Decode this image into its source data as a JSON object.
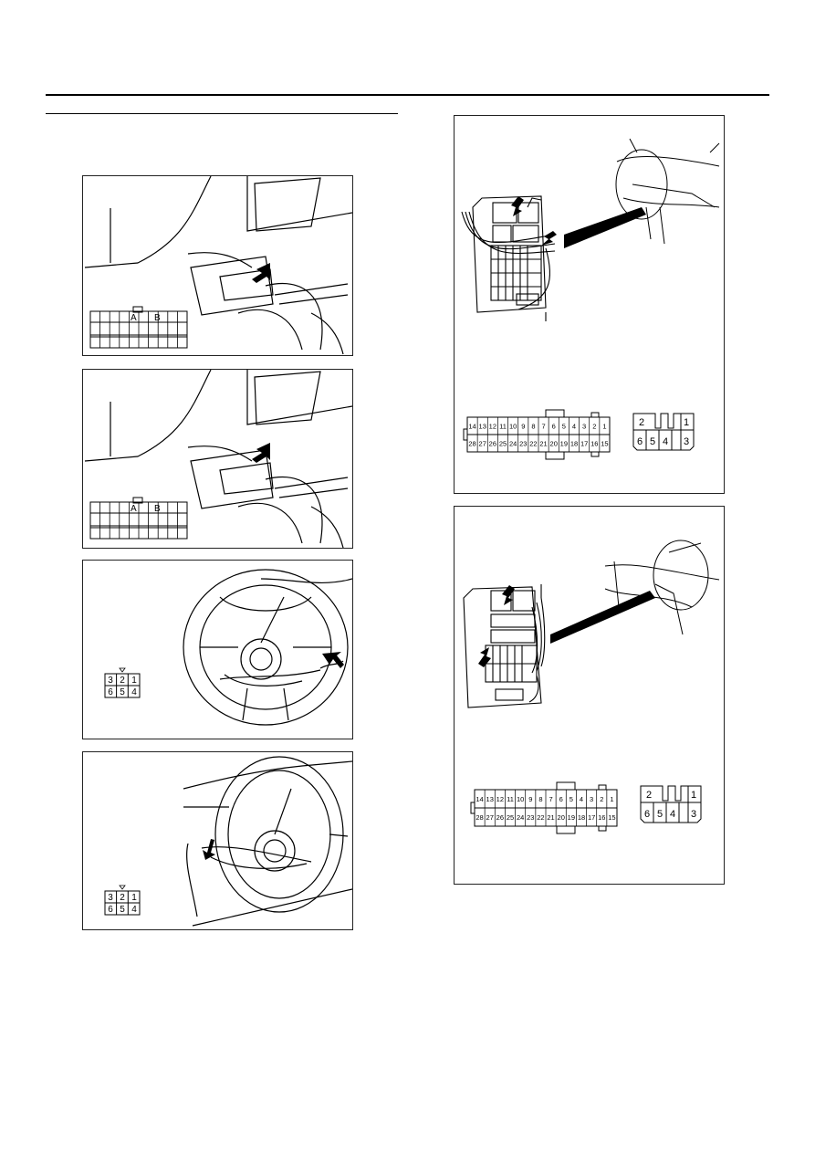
{
  "figures": {
    "fig1": {
      "connector_labels": [
        "A",
        "B"
      ]
    },
    "fig2": {
      "connector_labels": [
        "A",
        "B"
      ]
    },
    "fig3": {
      "pins_top": [
        "3",
        "2",
        "1"
      ],
      "pins_bottom": [
        "6",
        "5",
        "4"
      ]
    },
    "fig4": {
      "pins_top": [
        "3",
        "2",
        "1"
      ],
      "pins_bottom": [
        "6",
        "5",
        "4"
      ]
    },
    "fig5": {
      "pins_row1": [
        "14",
        "13",
        "12",
        "11",
        "10",
        "9",
        "8",
        "7",
        "6",
        "5",
        "4",
        "3",
        "2",
        "1"
      ],
      "pins_row2": [
        "28",
        "27",
        "26",
        "25",
        "24",
        "23",
        "22",
        "21",
        "20",
        "19",
        "18",
        "17",
        "16",
        "15"
      ],
      "small_top": [
        "2",
        "1"
      ],
      "small_bottom": [
        "6",
        "5",
        "4",
        "3"
      ]
    },
    "fig6": {
      "pins_row1": [
        "14",
        "13",
        "12",
        "11",
        "10",
        "9",
        "8",
        "7",
        "6",
        "5",
        "4",
        "3",
        "2",
        "1"
      ],
      "pins_row2": [
        "28",
        "27",
        "26",
        "25",
        "24",
        "23",
        "22",
        "21",
        "20",
        "19",
        "18",
        "17",
        "16",
        "15"
      ],
      "small_top": [
        "2",
        "1"
      ],
      "small_bottom": [
        "6",
        "5",
        "4",
        "3"
      ]
    }
  }
}
